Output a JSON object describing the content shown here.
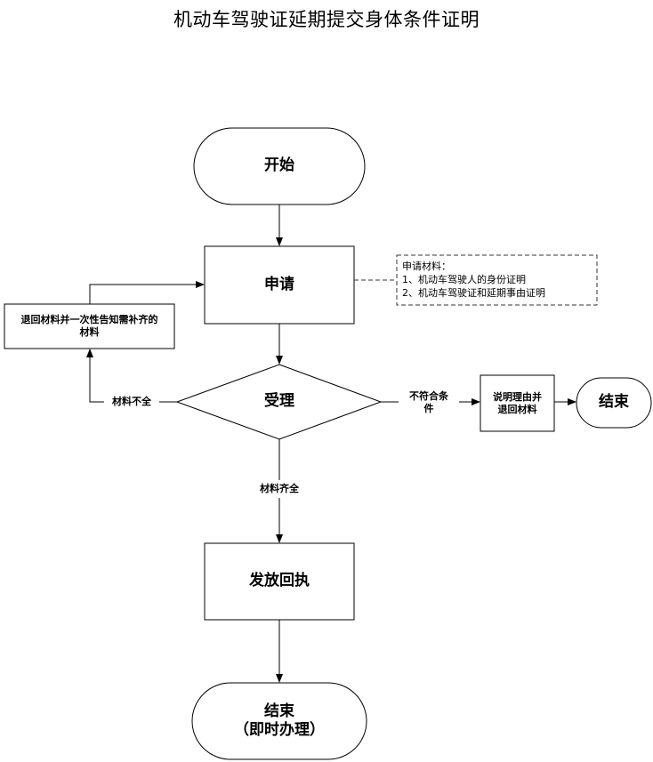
{
  "title": "机动车驾驶证延期提交身体条件证明",
  "nodes": {
    "start": "开始",
    "apply": "申请",
    "accept": "受理",
    "issue": "发放回执",
    "end_immediate": "结束\n（即时办理）",
    "return_materials": "退回材料并一次性告知需补齐的\n材料",
    "explain_return": "说明理由并\n退回材料",
    "end_reject": "结束"
  },
  "edges": {
    "incomplete": "材料不全",
    "complete": "材料齐全",
    "not_qualified": "不符合条\n件"
  },
  "note": {
    "heading": "申请材料：",
    "items": [
      "1、机动车驾驶人的身份证明",
      "2、机动车驾驶证和延期事由证明"
    ]
  }
}
